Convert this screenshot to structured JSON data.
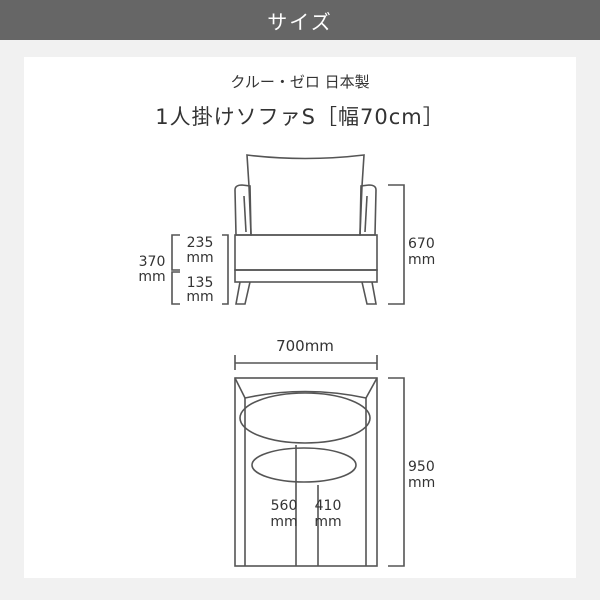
{
  "header": {
    "title": "サイズ"
  },
  "product": {
    "subtitle": "クルー・ゼロ 日本製",
    "title": "1人掛けソファS［幅70cm］"
  },
  "front_view": {
    "total_height": {
      "value": "670",
      "unit": "mm"
    },
    "seat_height": {
      "value": "370",
      "unit": "mm"
    },
    "seat_thickness": {
      "value": "235",
      "unit": "mm"
    },
    "base_height": {
      "value": "135",
      "unit": "mm"
    }
  },
  "top_view": {
    "width": {
      "label": "700mm"
    },
    "depth": {
      "value": "950",
      "unit": "mm"
    },
    "seat_depth_a": {
      "value": "560",
      "unit": "mm"
    },
    "seat_depth_b": {
      "value": "410",
      "unit": "mm"
    }
  },
  "colors": {
    "header_bg": "#666666",
    "background": "#f1f1f1",
    "line": "#555555"
  }
}
